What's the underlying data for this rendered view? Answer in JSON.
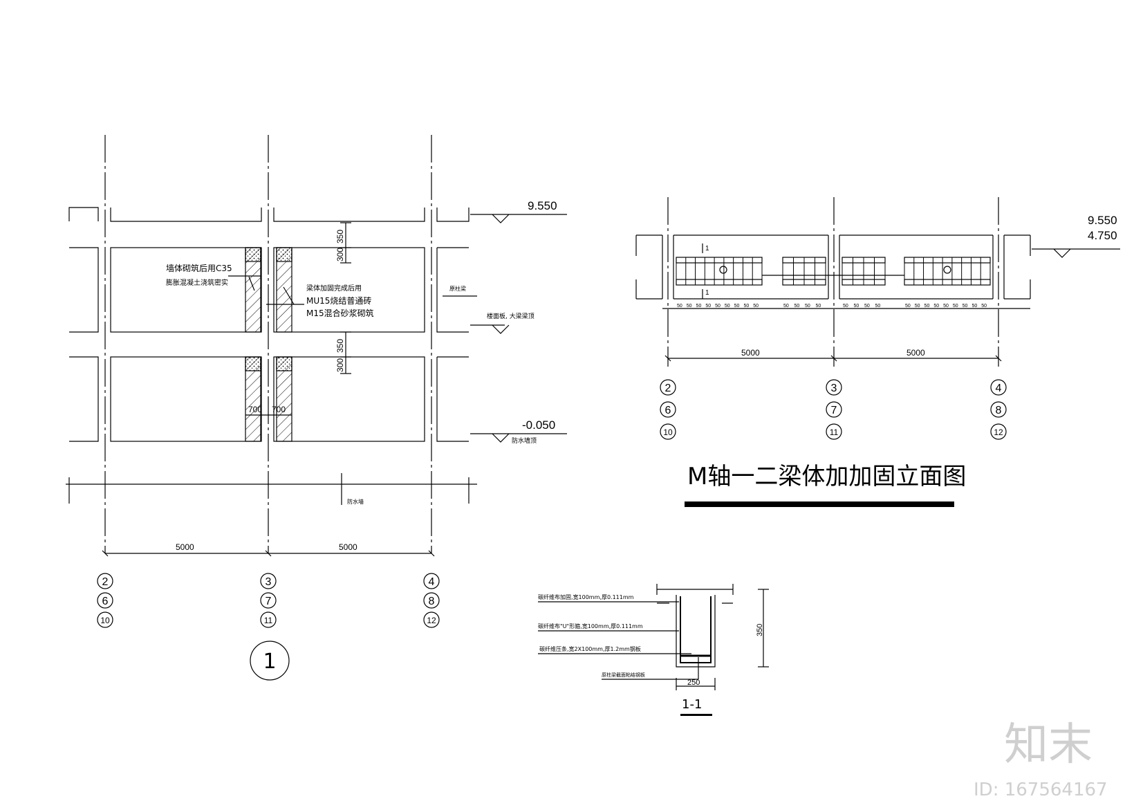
{
  "elevation_a": {
    "level_top": "9.550",
    "level_bottom": "-0.050",
    "dim_350_upper": "350",
    "dim_300_upper": "300",
    "dim_350_lower": "350",
    "dim_300_lower": "300",
    "dim_700_left": "700",
    "dim_700_right": "700",
    "span_left": "5000",
    "span_right": "5000",
    "note_c35_line1": "墙体砌筑后用C35",
    "note_c35_line2": "膨胀混凝土浇筑密实",
    "note_mu15_line1": "梁体加固完成后用",
    "note_mu15_line2": "MU15烧结普通砖",
    "note_mu15_line3": "M15混合砂浆砌筑",
    "side_label_top": "原柱梁",
    "side_label_mid": "楼面板, 大梁梁顶",
    "side_label_bottom": "防水墙顶",
    "ground_label": "防水墙",
    "axis_col1": [
      "2",
      "6",
      "10"
    ],
    "axis_col2": [
      "3",
      "7",
      "11"
    ],
    "axis_col3": [
      "4",
      "8",
      "12"
    ],
    "section_number": "1"
  },
  "elevation_b": {
    "level_top": "9.550",
    "level_second": "4.750",
    "span_left": "5000",
    "span_right": "5000",
    "section_mark_top": "1",
    "section_mark_bottom": "1",
    "stirrup_label": "50",
    "axis_col1": [
      "2",
      "6",
      "10"
    ],
    "axis_col2": [
      "3",
      "7",
      "11"
    ],
    "axis_col3": [
      "4",
      "8",
      "12"
    ],
    "title": "M轴一二梁体加加固立面图"
  },
  "section_detail": {
    "label_1": "碳纤维布加固,宽100mm,厚0.111mm",
    "label_2": "碳纤维布\"U\"形箍,宽100mm,厚0.111mm",
    "label_3": "碳纤维压条,宽2X100mm,厚1.2mm钢板",
    "label_4": "原柱梁截面粘结钢板",
    "height_dim": "350",
    "width_dim": "250",
    "title": "1-1"
  },
  "watermark": {
    "brand": "知末",
    "id_text": "ID: 167564167"
  }
}
